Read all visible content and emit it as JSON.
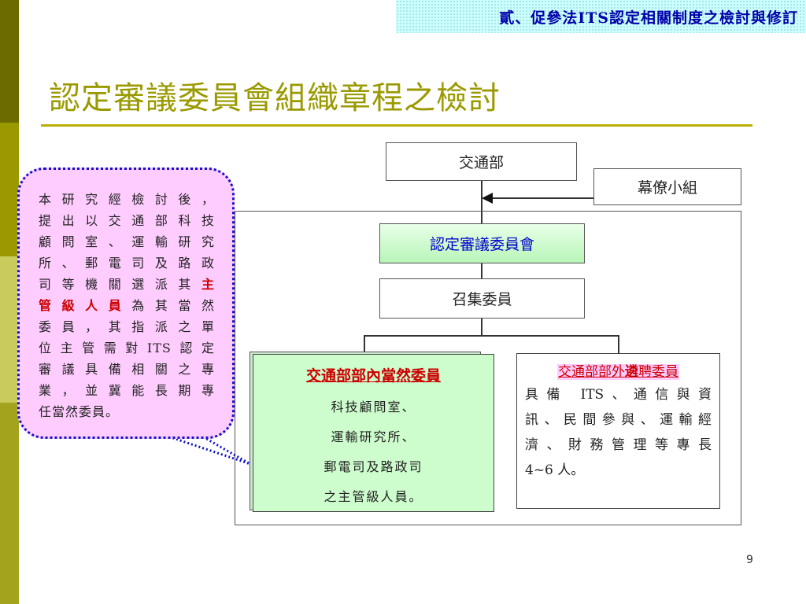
{
  "header": {
    "banner": "貳、促參法ITS認定相關制度之檢討與修訂",
    "title": "認定審議委員會組織章程之檢討"
  },
  "org_chart": {
    "ministry": "交通部",
    "staff_group": "幕僚小組",
    "committee": "認定審議委員會",
    "convener": "召集委員",
    "internal_members": {
      "title": "交通部部內當然委員",
      "lines": [
        "科技顧問室、",
        "運輸研究所、",
        "郵電司及路政司",
        "之主管級人員。"
      ]
    },
    "external_members": {
      "title_prefix": "交通部部外",
      "title_bold": "遴",
      "title_suffix": "聘委員",
      "lines": [
        "具備 ITS、通信與資",
        "訊、民間參與、運輸經",
        "濟、財務管理等專長",
        "4~6 人。"
      ]
    }
  },
  "callout": {
    "lines": [
      "本研究經檢討後，",
      "提出以交通部科技",
      "顧問室、運輸研究",
      "所、郵電司及路政"
    ],
    "line5_prefix": "司等機關選派其",
    "line5_red": "主",
    "line6_red": "管級人員",
    "line6_suffix": "為其當然",
    "lines_after": [
      "委員，其指派之單",
      "位主管需對ITS認定",
      "審議具備相關之專",
      "業，並冀能長期專",
      "任當然委員。"
    ]
  },
  "page_number": "9",
  "colors": {
    "title": "#9a9a00",
    "banner_bg": "#ccffff",
    "banner_text": "#0000aa",
    "callout_bg": "#ffccff",
    "callout_border": "#1111cc",
    "internal_bg": "#cdfccd",
    "accent_red": "#cc0000"
  }
}
